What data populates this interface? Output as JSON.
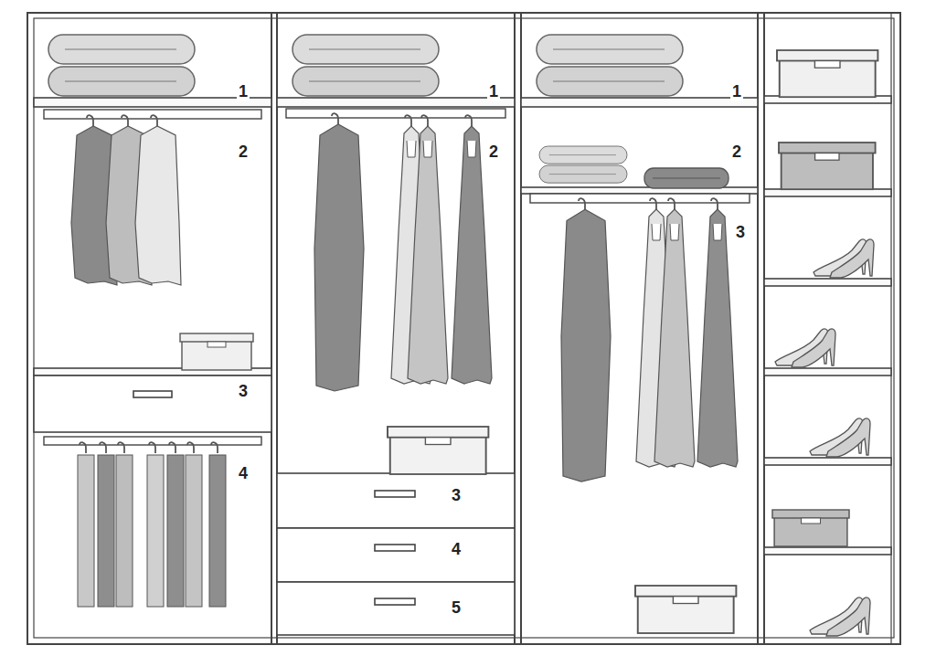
{
  "diagram": {
    "labels": [
      "1",
      "2",
      "3",
      "4",
      "1",
      "2",
      "3",
      "4",
      "5",
      "1",
      "2",
      "3"
    ]
  }
}
